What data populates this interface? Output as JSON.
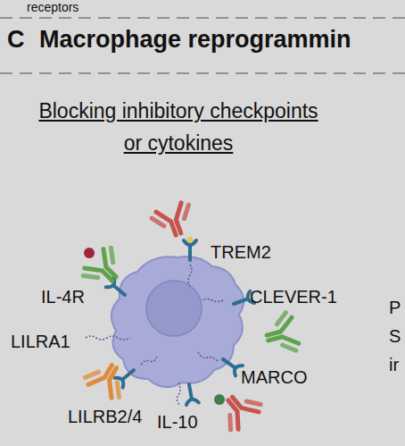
{
  "diagram": {
    "title": "Macrophage reprogrammin",
    "labels": [
      "receptors",
      "C",
      "Blocking inhibitory checkpoints or cytokines",
      "TREM2",
      "IL-4R",
      "CLEVER-1",
      "LILRA1",
      "MARCO",
      "LILRB2/4",
      "IL-10",
      "P",
      "S",
      "ir"
    ]
  }
}
